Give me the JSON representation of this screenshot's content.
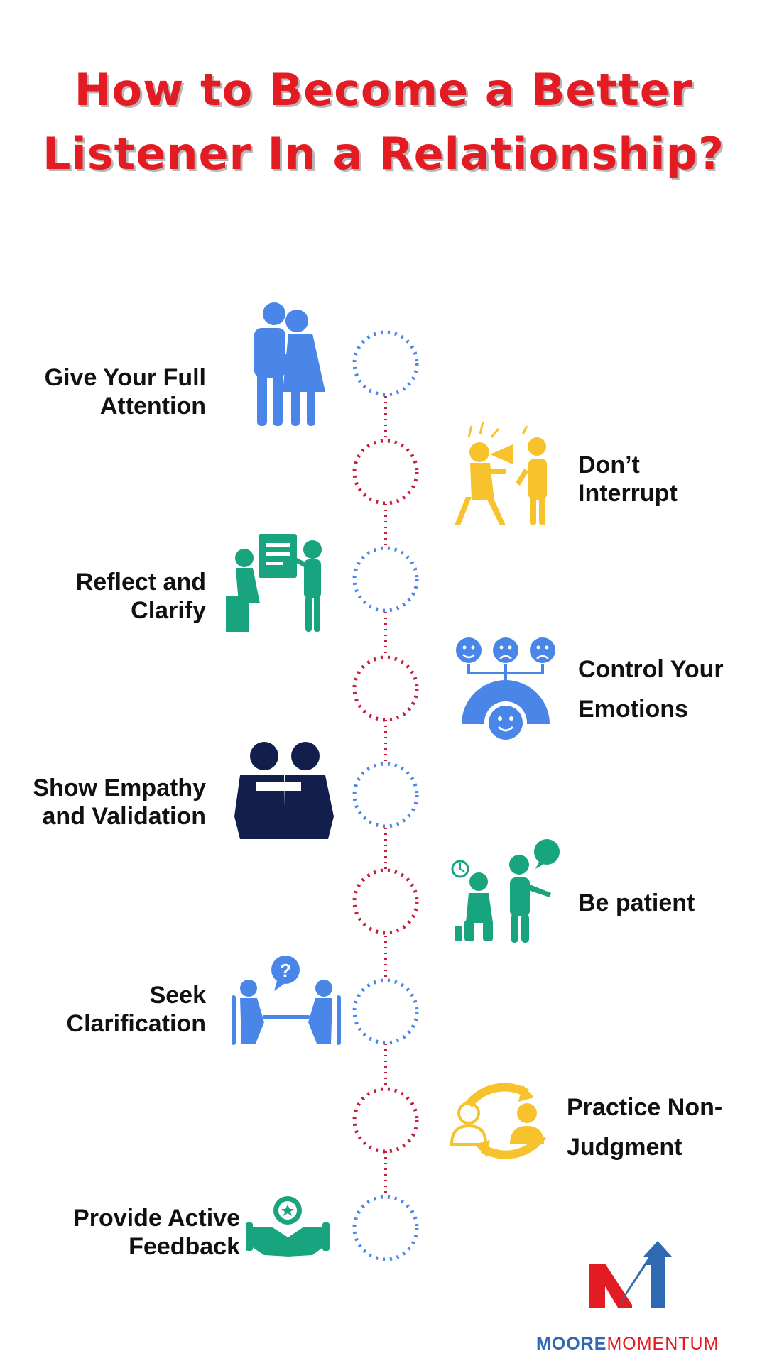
{
  "title": {
    "line1": "How to Become a Better",
    "line2": "Listener In a Relationship?"
  },
  "colors": {
    "title": "#e31b23",
    "blue": "#4a86e8",
    "red": "#c41e3a",
    "green": "#17a47f",
    "yellow": "#f7c22b",
    "navy": "#121f4d"
  },
  "steps": [
    {
      "line1": "Give Your Full",
      "line2": "Attention",
      "side": "left",
      "icon": "couple-hug-icon",
      "ring": "blue"
    },
    {
      "line1": "Don’t",
      "line2": "Interrupt",
      "side": "right",
      "icon": "shouting-megaphone-icon",
      "ring": "red"
    },
    {
      "line1": "Reflect and",
      "line2": "Clarify",
      "side": "left",
      "icon": "presentation-board-icon",
      "ring": "blue"
    },
    {
      "line1": "Control Your",
      "line2": "Emotions",
      "side": "right",
      "icon": "emotion-gauge-icon",
      "ring": "red"
    },
    {
      "line1": "Show Empathy",
      "line2": "and Validation",
      "side": "left",
      "icon": "comforting-people-icon",
      "ring": "blue"
    },
    {
      "line1": "Be patient",
      "line2": "",
      "side": "right",
      "icon": "waiting-people-icon",
      "ring": "red"
    },
    {
      "line1": "Seek",
      "line2": "Clarification",
      "side": "left",
      "icon": "question-conversation-icon",
      "ring": "blue"
    },
    {
      "line1": "Practice Non-",
      "line2": "Judgment",
      "side": "right",
      "icon": "exchange-people-icon",
      "ring": "red"
    },
    {
      "line1": "Provide Active",
      "line2": "Feedback",
      "side": "left",
      "icon": "handshake-badge-icon",
      "ring": "blue"
    }
  ],
  "brand": {
    "part1": "MOORE",
    "part2": "MOMENTUM",
    "logo": "mm-arrow-logo"
  }
}
